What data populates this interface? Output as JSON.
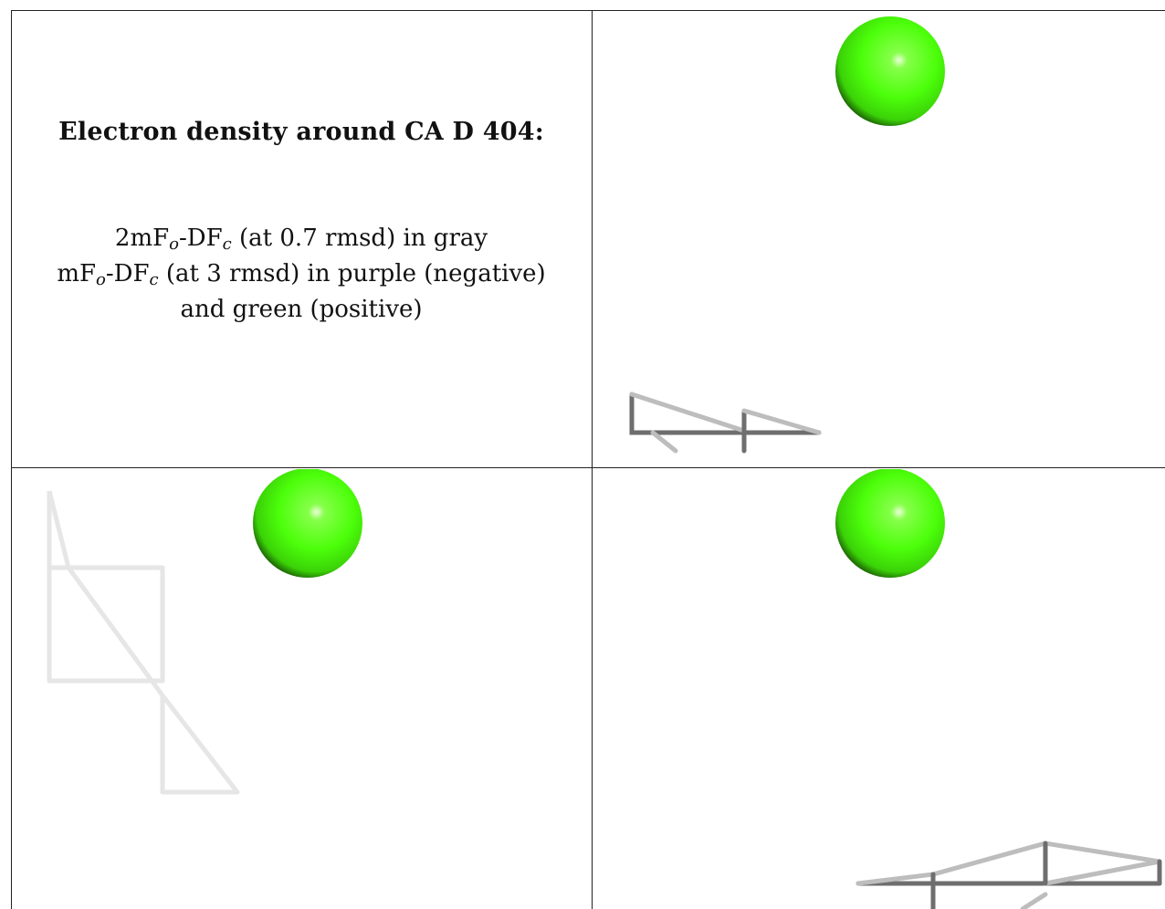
{
  "heading": "Electron density around CA D 404:",
  "legend": {
    "line1": {
      "prefix": "2mF",
      "sub1": "o",
      "mid": "-DF",
      "sub2": "c",
      "suffix": " (at 0.7 rmsd) in gray"
    },
    "line2": {
      "prefix": "mF",
      "sub1": "o",
      "mid": "-DF",
      "sub2": "c",
      "suffix": " (at 3 rmsd) in purple (negative)"
    },
    "line3": "and green (positive)"
  },
  "colors": {
    "calcium_sphere": "#4cff0a",
    "density_mesh_gray": "#8a8a8a",
    "density_mesh_light": "#e6e6e6",
    "border": "#222222"
  },
  "icons": {
    "atom": "green-sphere",
    "mesh": "density-mesh"
  }
}
